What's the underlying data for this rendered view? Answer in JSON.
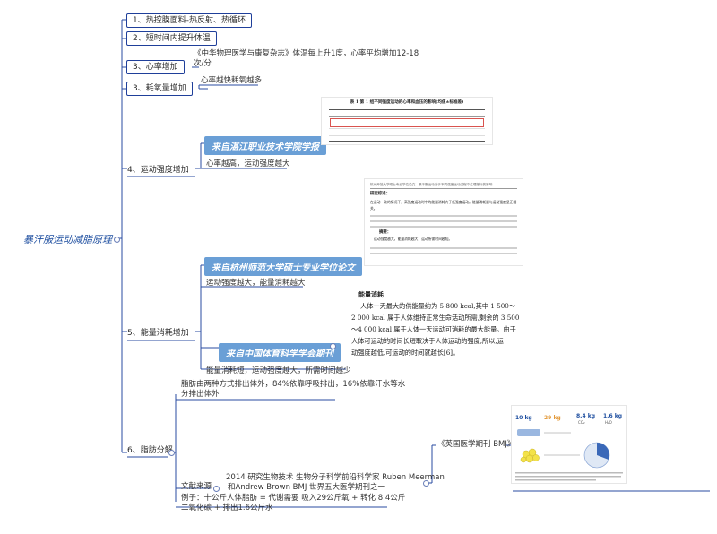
{
  "root": {
    "label": "暴汗服运动减脂原理"
  },
  "branches": {
    "b1": {
      "label": "1、热控膜面料-热反射、热循环"
    },
    "b2": {
      "label": "2、短时间内提升体温"
    },
    "b3": {
      "label": "3、心率增加",
      "note_line1": "《中华物理医学与康复杂志》体温每上升1度，心率平均增加12-18",
      "note_line2": "次/分"
    },
    "b4": {
      "label": "3、耗氧量增加",
      "note": "心率越快耗氧越多"
    },
    "b5": {
      "label": "4、运动强度增加",
      "callout": "来自湛江职业技术学院学报",
      "note": "心率越高，运动强度越大"
    },
    "b6": {
      "label": "5、能量消耗增加",
      "callout1": "来自杭州师范大学硕士专业学位论文",
      "note1": "运动强度越大，能量消耗越大",
      "callout2": "来自中国体育科学学会期刊",
      "note2": "能量消耗短，运动强度越大，所需时间越少"
    },
    "b7": {
      "label": "6、脂肪分解",
      "note_top_line1": "脂肪由两种方式排出体外，84%依靠呼吸排出，16%依靠汗水等水",
      "note_top_line2": "分排出体外",
      "source_label": "文献来源",
      "source_line1": "2014 研究生物技术 生物分子科学前沿科学家  Ruben Meerman",
      "source_line2": "和Andrew Brown BMJ 世界五大医学期刊之一",
      "bmj_label": "《英国医学期刊 BMJ》",
      "example_line1": "例子：十公斤人体脂肪 = 代谢需要 吸入29公斤氧 + 转化 8.4公斤",
      "example_line2": "二氧化碳 + 排出1.6公斤水"
    }
  },
  "images": {
    "table": {
      "title": "表 1  第 1 组不同强度运动的心率和血压的影响(均值±标准差)"
    },
    "thesis": {
      "header_left": "杭州师范大学硕士专业学位论文",
      "header_right": "暴汗服运动对于不同强度运动过程中生理指标的影响",
      "heading": "研究综述：",
      "para": "在运动一致的情况下，高强度运动时中的能量消耗大于低强度运动。能量消耗量与运动强度呈正相关。",
      "heading2": "摘要：",
      "para2": "运动强度越大，能量消耗越大，运动所需时间越短。"
    },
    "energy": {
      "heading": "能量消耗",
      "line1": "人体一天最大的供能量约为 5 800 kcal,其中 1 500～",
      "line2": "2 000 kcal 属于人体维持正常生命活动所需,剩余的 3 500",
      "line3": "～4 000 kcal 属于人体一天运动可消耗的最大能量。由于",
      "line4": "人体可运动的时间长短取决于人体运动的强度,所以,运",
      "line5": "动强度越低,可运动的时间就越长[6]。"
    },
    "bmj": {
      "v1": "10 kg",
      "v2": "29 kg",
      "v3": "8.4 kg",
      "v3_sub": "CO₂",
      "v4": "1.6 kg",
      "v4_sub": "H₂O",
      "caption": "Fig 1 When somebody loses 10 kg of fat (triglyceride), 8.4 kg is exhaled as CO₂. The remainder of the 28 kg total of CO₂ produced is contributed by inhaled oxygen."
    }
  },
  "colors": {
    "line": "#2a4ba0",
    "box_border": "#1f3f9a",
    "callout": "#6a9fd6",
    "root_text": "#1f4fa0"
  }
}
